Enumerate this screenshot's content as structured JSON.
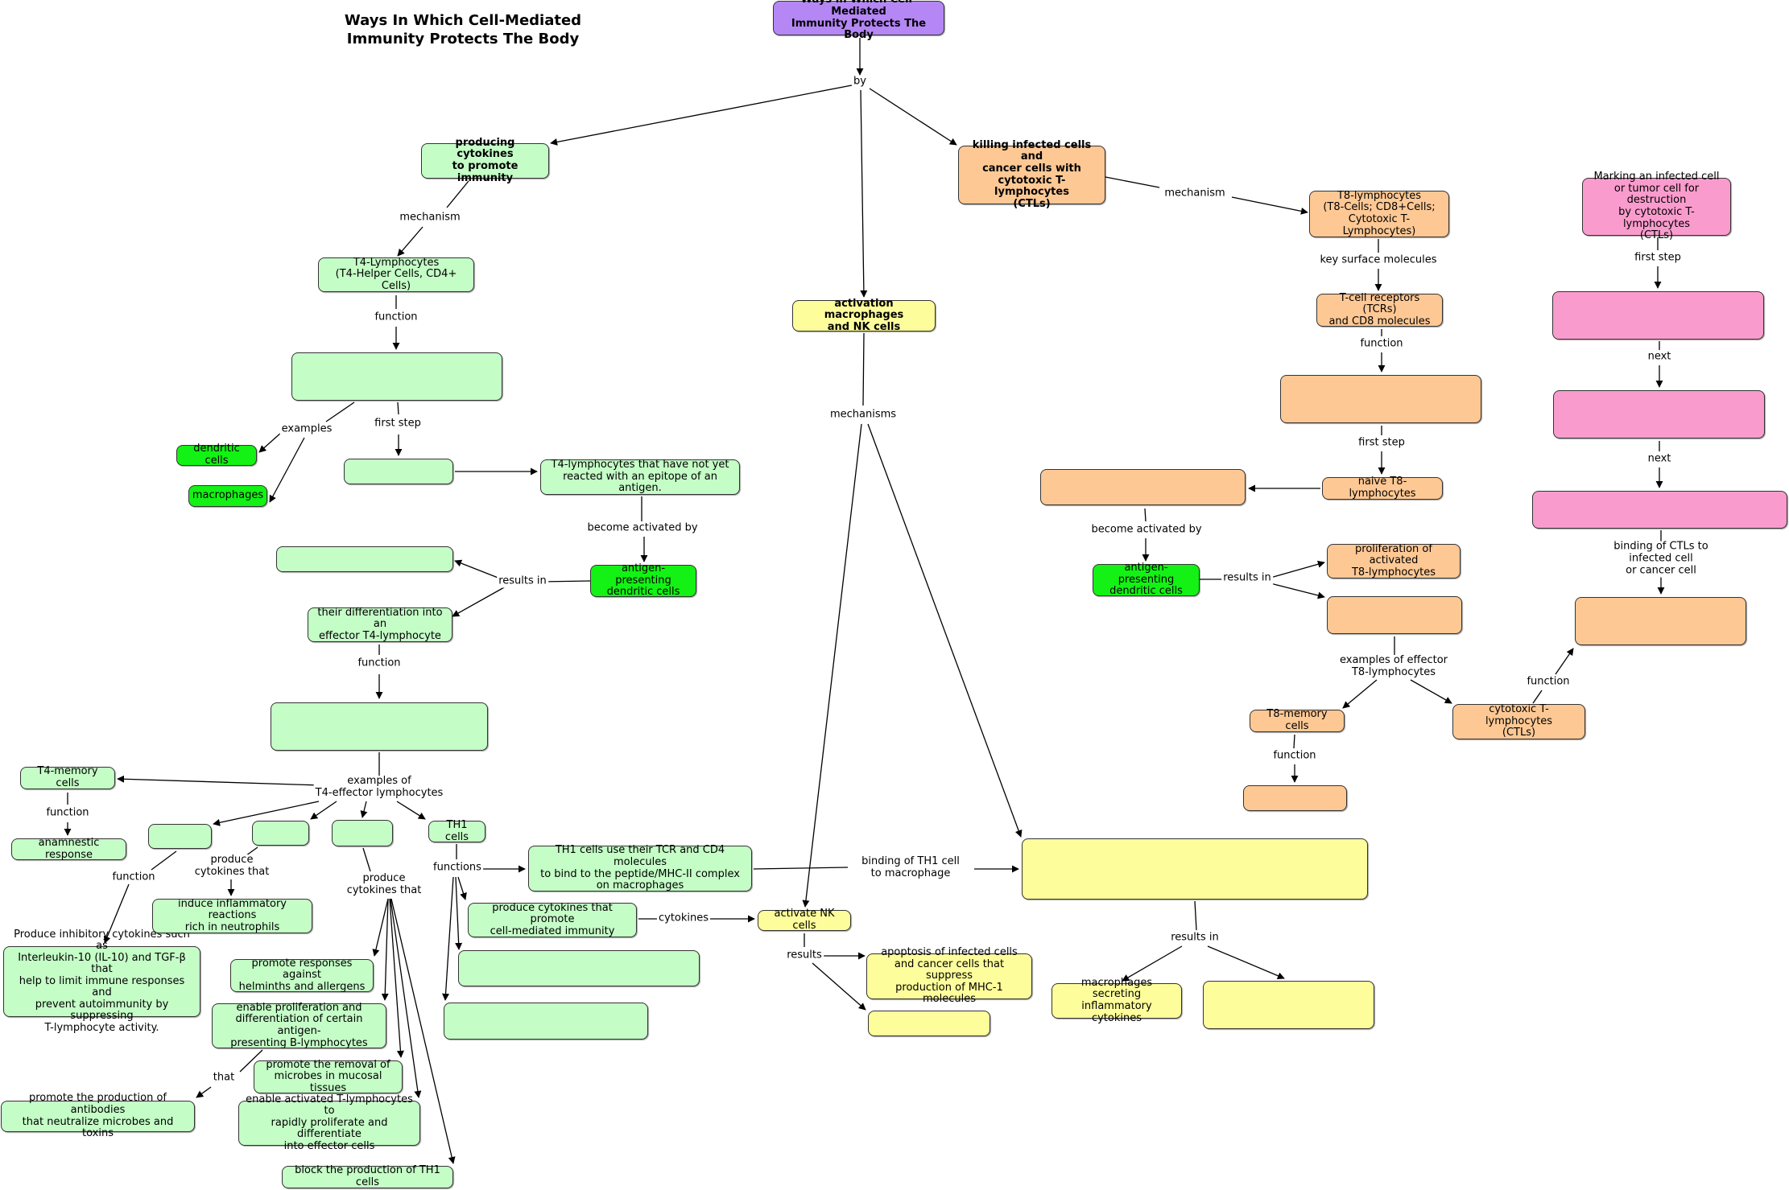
{
  "page_title": "Ways In Which Cell-Mediated\nImmunity Protects The Body",
  "colors": {
    "purple": "#b487f4",
    "light_green": "#c5fdc7",
    "bright_green": "#13f214",
    "yellow": "#fdfd9b",
    "orange": "#fec894",
    "pink": "#f99ccd",
    "line": "#000000"
  },
  "nodes": {
    "root": "Ways In Which Cell-Mediated\nImmunity Protects The Body",
    "producing_cytokines": "producing cytokines\nto promote immunity",
    "killing_infected": "killing infected cells and\ncancer cells with\ncytotoxic T-lymphocytes\n(CTLs)",
    "activation_macrophages": "activation macrophages\nand NK cells",
    "t4_lymphocytes": "T4-Lymphocytes\n(T4-Helper Cells, CD4+ Cells)",
    "t4_function_blank": "",
    "dendritic_cells": "dendritic cells",
    "macrophages": "macrophages",
    "first_step_blank": "",
    "t4_not_reacted": "T4-lymphocytes that have not yet\nreacted with an epitope of an antigen.",
    "apc_dendritic_left": "antigen-presenting\ndendritic cells",
    "results_blank_left": "",
    "differentiation": "their differentiation into an\neffector T4-lymphocyte",
    "effector_function_blank": "",
    "t4_memory": "T4-memory cells",
    "anamnestic": "anamnestic response",
    "treg_blank": "",
    "th17_blank": "",
    "th2_blank": "",
    "th1_cells": "TH1 cells",
    "inhibitory_cytokines": "Produce inhibitory cytokines such as\nInterleukin-10 (IL-10) and TGF-β that\nhelp to limit immune responses and\nprevent autoimmunity by suppressing\nT-lymphocyte activity.",
    "inflammatory_neutrophils": "induce inflammatory reactions\nrich in neutrophils",
    "helminths": "promote responses against\nhelminths and allergens",
    "b_lymphocytes": "enable proliferation and\ndifferentiation of certain antigen-\npresenting B-lymphocytes",
    "antibodies": "promote the production of antibodies\nthat neutralize microbes and toxins",
    "mucosal": "promote the removal of\nmicrobes in mucosal tissues",
    "t_lymph_proliferate": "enable activated T-lymphocytes to\nrapidly proliferate and differentiate\ninto effector cells",
    "block_th1": "block the production of TH1 cells",
    "th1_tcr": "TH1 cells use their TCR and CD4 molecules\nto bind to the peptide/MHC-II complex\non macrophages",
    "cmi_cytokines": "produce cytokines that promote\ncell-mediated immunity",
    "th1_blank_1": "",
    "th1_blank_2": "",
    "activate_nk": "activate NK cells",
    "apoptosis": "apoptosis of infected cells\nand cancer cells that suppress\nproduction of MHC-1 molecules",
    "nk_blank": "",
    "macrophage_blank": "",
    "mac_secreting": "macrophages secreting\ninflammatory cytokines",
    "mac_blank_2": "",
    "t8_lymphocytes": "T8-lymphocytes\n(T8-Cells; CD8+Cells;\nCytotoxic T-Lymphocytes)",
    "tcr_cd8": "T-cell receptors (TCRs)\nand CD8 molecules",
    "t8_function_blank": "",
    "naive_t8": "naive T8-lymphocytes",
    "t8_activated_blank": "",
    "apc_dendritic_right": "antigen-presenting\ndendritic cells",
    "proliferation_t8": "proliferation of activated\nT8-lymphocytes",
    "t8_results_blank": "",
    "t8_memory": "T8-memory cells",
    "t8_memory_function_blank": "",
    "ctl_cells": "cytotoxic T-lymphocytes\n(CTLs)",
    "marking": "Marking an infected cell\nor tumor cell for destruction\nby cytotoxic T-lymphocytes\n(CTLs)",
    "pink_blank_1": "",
    "pink_blank_2": "",
    "pink_blank_3": "",
    "ctl_function_blank": ""
  },
  "links": {
    "by": "by",
    "mechanism_left": "mechanism",
    "mechanism_right": "mechanism",
    "mechanisms_mid": "mechanisms",
    "function_t4": "function",
    "examples": "examples",
    "first_step_left": "first step",
    "become_activated_left": "become activated by",
    "results_in_left": "results in",
    "function_effector": "function",
    "examples_of_t4": "examples of\nT4-effector lymphocytes",
    "function_memory": "function",
    "function_treg": "function",
    "produce_cytokines_1": "produce\ncytokines that",
    "produce_cytokines_2": "produce\ncytokines that",
    "that": "that",
    "functions_th1": "functions",
    "binding_th1": "binding of TH1 cell\nto macrophage",
    "cytokines": "cytokines",
    "results_nk": "results",
    "results_in_mac": "results in",
    "key_surface": "key surface molecules",
    "function_tcr": "function",
    "first_step_right": "first step",
    "become_activated_right": "become activated by",
    "results_in_right": "results in",
    "examples_effector_t8": "examples of effector\nT8-lymphocytes",
    "function_t8mem": "function",
    "function_ctl": "function",
    "first_step_pink": "first step",
    "next_1": "next",
    "next_2": "next",
    "binding_ctls": "binding of CTLs to infected cell\nor cancer cell"
  }
}
